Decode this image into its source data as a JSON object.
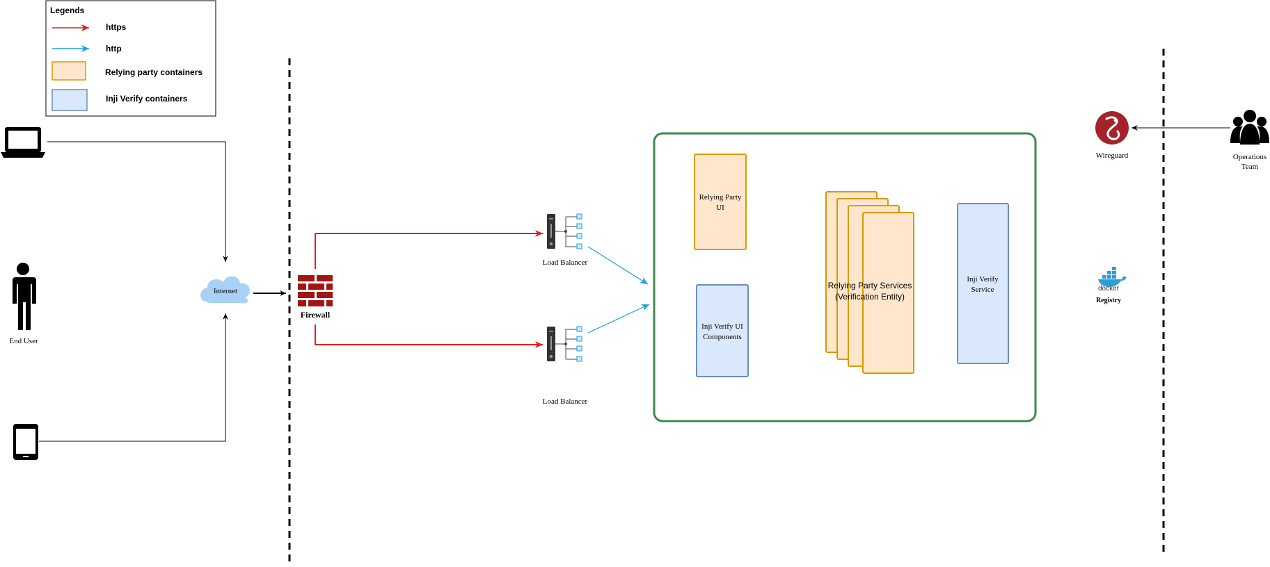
{
  "legend": {
    "title": "Legends",
    "items": [
      {
        "label": "https",
        "kind": "arrow",
        "color": "#e81c1c"
      },
      {
        "label": "http",
        "kind": "arrow",
        "color": "#1ba1e2"
      },
      {
        "label": "Relying party containers",
        "kind": "box",
        "fill": "#ffe6cc",
        "stroke": "#d79b00"
      },
      {
        "label": "Inji Verify containers",
        "kind": "box",
        "fill": "#dae8fc",
        "stroke": "#6c8ebf"
      }
    ]
  },
  "nodes": {
    "end_user": "End User",
    "internet": "Internet",
    "firewall": "Firewall",
    "load_balancer_top": "Load Balancer",
    "load_balancer_bottom": "Load Balancer",
    "relying_party_ui": [
      "Relying Party",
      "UI"
    ],
    "inji_verify_ui": [
      "Inji Verify UI",
      "Components"
    ],
    "relying_party_services": [
      "Relying Party Services",
      "(Verification Entity)"
    ],
    "inji_verify_service": [
      "Inji Verify",
      "Service"
    ],
    "wireguard": "Wireguard",
    "docker": "docker",
    "registry": "Registry",
    "operations_team": [
      "Operations",
      "Team"
    ]
  },
  "colors": {
    "https": "#e81c1c",
    "http": "#1ba1e2",
    "cluster_border": "#3a8a4c",
    "rp_fill": "#ffe6cc",
    "rp_stroke": "#d79b00",
    "inji_fill": "#dae8fc",
    "inji_stroke": "#6c8ebf",
    "cloud": "#a8d1f5",
    "firewall": "#a31515",
    "wireguard": "#a3232d",
    "docker": "#2b9fd6"
  }
}
